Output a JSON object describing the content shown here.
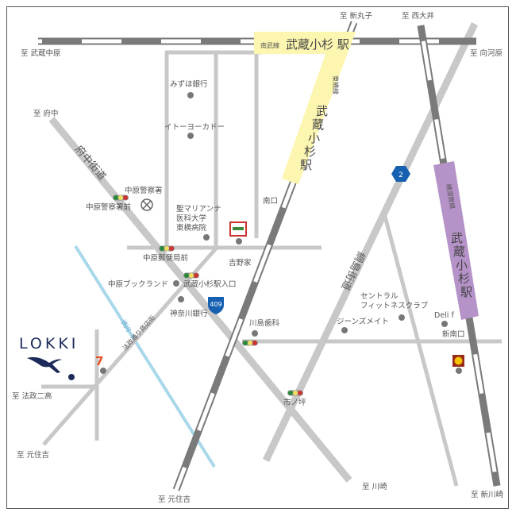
{
  "directions": {
    "musashi_nakahara": "至 武蔵中原",
    "fuchu": "至 府中",
    "shin_maruko": "至 新丸子",
    "nishi_oi": "至 西大井",
    "mukaigawara": "至 向河原",
    "hosei_niko": "至 法政二高",
    "motosumiyoshi_left": "至 元住吉",
    "motosumiyoshi": "至 元住吉",
    "kawasaki": "至 川崎",
    "shin_kawasaki": "至 新川崎"
  },
  "stations": {
    "nambu_line": "南武線",
    "nambu_station": "武蔵小杉 駅",
    "toyoko_line": "東横線",
    "toyoko_station": [
      "武",
      "蔵",
      "小",
      "杉",
      "駅"
    ],
    "yokosuka_line": "横須賀線",
    "yokosuka_station": [
      "武",
      "蔵",
      "小",
      "杉",
      "駅"
    ],
    "south_exit": "南口",
    "new_south_exit": "新南口"
  },
  "roads": {
    "fuchu_kaido": "府中街道",
    "tsunashima_kaido": "綱島街道",
    "shibukawa": "渋川",
    "hosei_dori": "法政通り商店街",
    "route_409": "409",
    "route_2": "2"
  },
  "landmarks": {
    "mizuho": "みずほ銀行",
    "itoyokado": "イトーヨーカドー",
    "police": "中原警察署",
    "police_front": "中原警察署前",
    "marianna": [
      "聖マリアンナ",
      "医科大学",
      "東横病院"
    ],
    "yoshinoya": "吉野家",
    "post_office": "中原郵便局前",
    "bookland": "中原ブックランド",
    "station_entrance": "武蔵小杉駅入口",
    "kanagawa_bank": "神奈川銀行",
    "kawashima_dental": "川島歯科",
    "ichinotsubo": "市ノ坪",
    "central": [
      "セントラル",
      "フィットネスクラブ"
    ],
    "jeansmate": "ジーンズメイト",
    "deli": "Deli f"
  },
  "logo": {
    "text": "LOKKI"
  },
  "colors": {
    "road": "#c8c8c8",
    "rail": "#7a7a7a",
    "yellow": "#fdf6b0",
    "purple": "#b592c8",
    "river": "#a8d8ea",
    "route_blue": "#1560b0",
    "logo_navy": "#1c2a5a"
  }
}
